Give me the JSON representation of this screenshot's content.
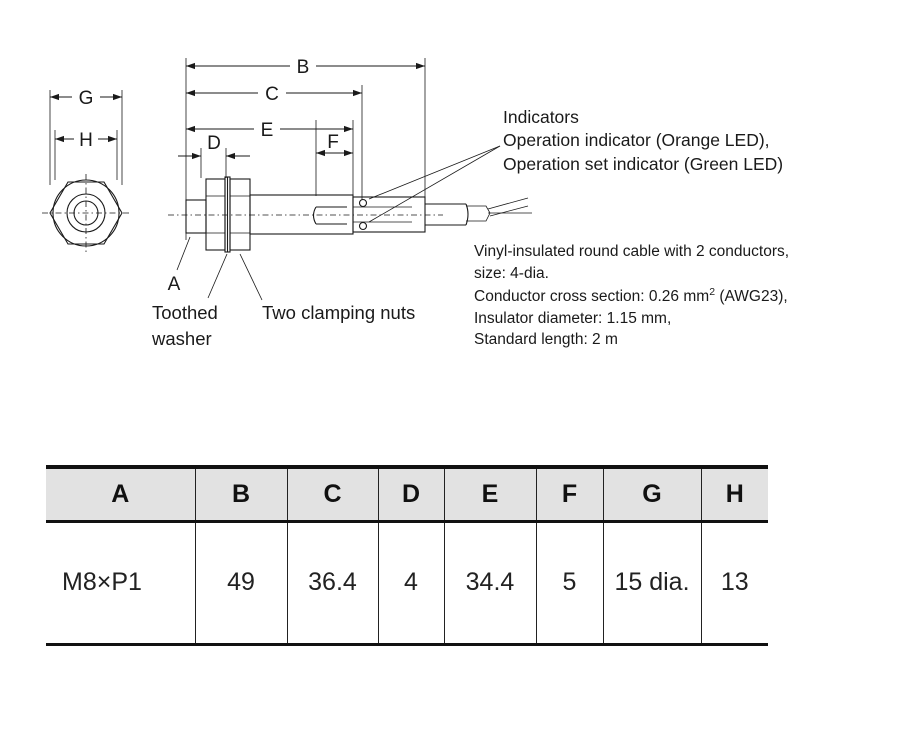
{
  "dimension_labels": {
    "B": "B",
    "C": "C",
    "E": "E",
    "D": "D",
    "F": "F",
    "G": "G",
    "H": "H",
    "A": "A"
  },
  "indicators": {
    "title": "Indicators",
    "line1": "Operation indicator (Orange LED),",
    "line2": "Operation set indicator (Green LED)"
  },
  "cable": {
    "line1": "Vinyl-insulated round cable with 2 conductors,",
    "line2": "size: 4-dia.",
    "line3_prefix": "Conductor cross section: 0.26 mm",
    "line3_sup": "2",
    "line3_suffix": " (AWG23),",
    "line4": "Insulator diameter: 1.15 mm,",
    "line5": "Standard length: 2 m"
  },
  "parts": {
    "washer_line1": "Toothed",
    "washer_line2": "washer",
    "nuts": "Two clamping nuts"
  },
  "table": {
    "headers": [
      "A",
      "B",
      "C",
      "D",
      "E",
      "F",
      "G",
      "H"
    ],
    "row": [
      "M8×P1",
      "49",
      "36.4",
      "4",
      "34.4",
      "5",
      "15 dia.",
      "13"
    ]
  }
}
